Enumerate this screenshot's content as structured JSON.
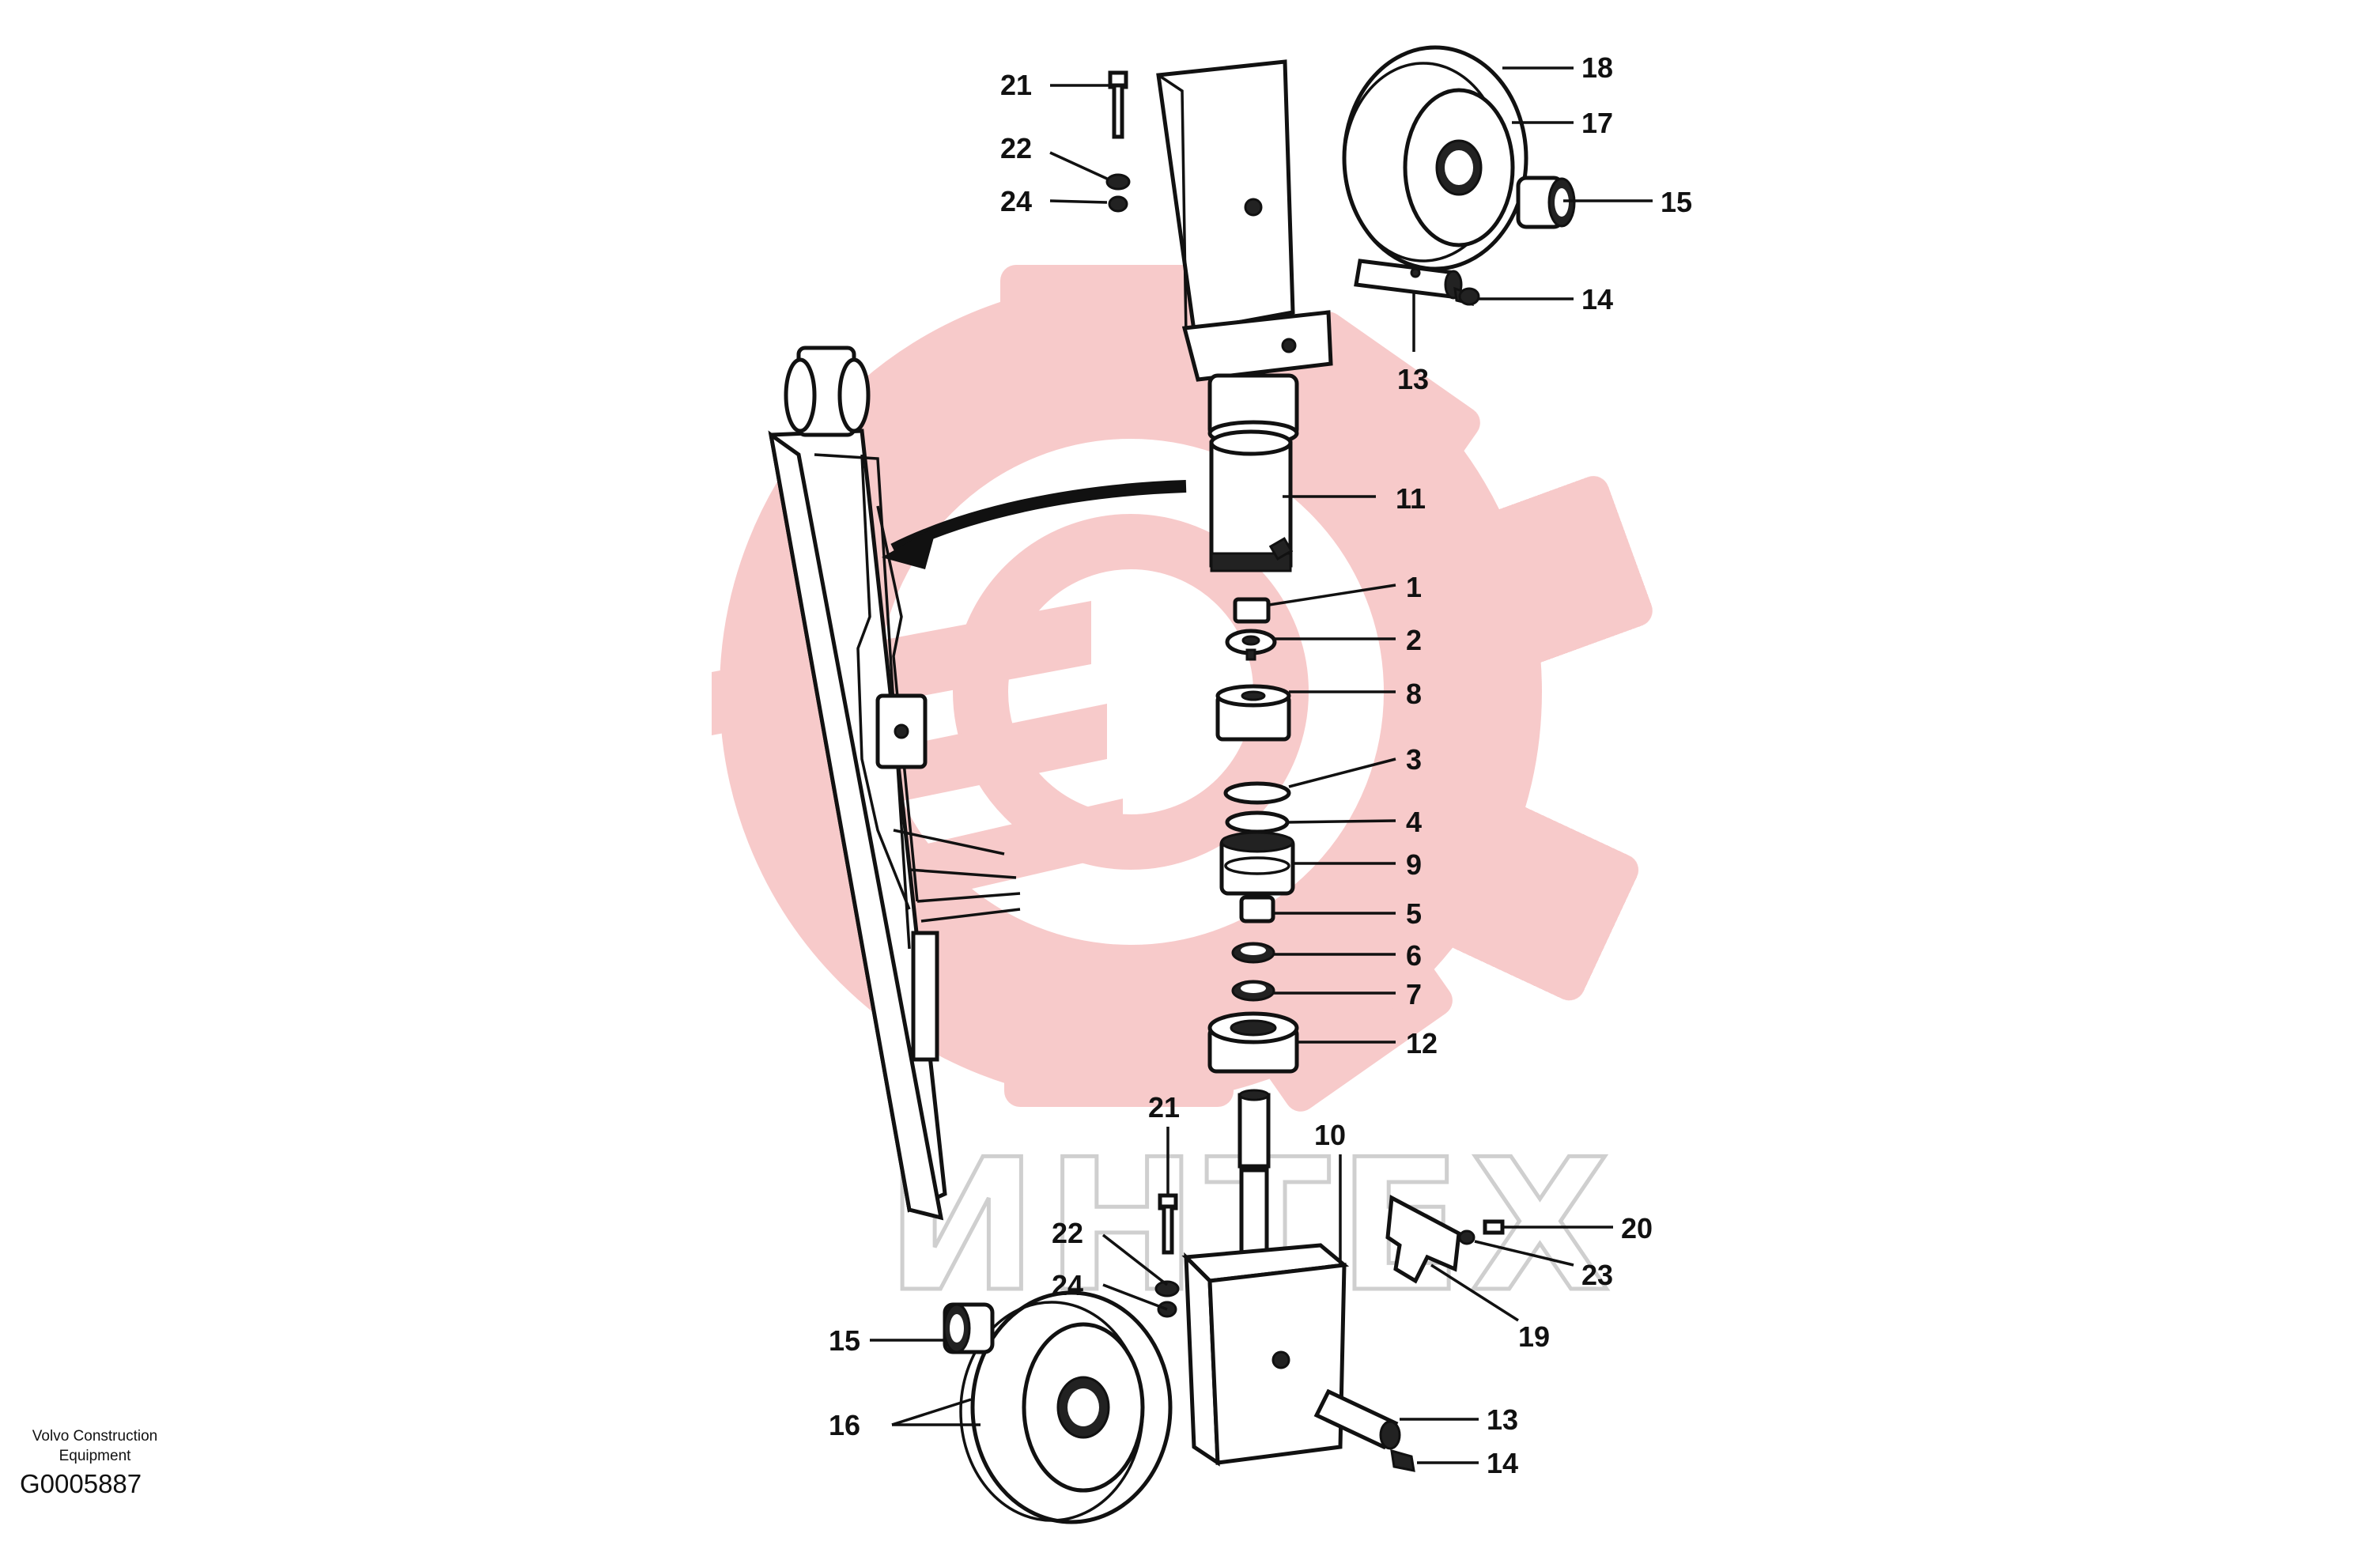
{
  "diagram": {
    "part_labels": [
      {
        "id": "21",
        "text": "21"
      },
      {
        "id": "22",
        "text": "22"
      },
      {
        "id": "24",
        "text": "24"
      },
      {
        "id": "18",
        "text": "18"
      },
      {
        "id": "17",
        "text": "17"
      },
      {
        "id": "15",
        "text": "15"
      },
      {
        "id": "14",
        "text": "14"
      },
      {
        "id": "13",
        "text": "13"
      },
      {
        "id": "11",
        "text": "11"
      },
      {
        "id": "1",
        "text": "1"
      },
      {
        "id": "2",
        "text": "2"
      },
      {
        "id": "8",
        "text": "8"
      },
      {
        "id": "3",
        "text": "3"
      },
      {
        "id": "4",
        "text": "4"
      },
      {
        "id": "9",
        "text": "9"
      },
      {
        "id": "5",
        "text": "5"
      },
      {
        "id": "6",
        "text": "6"
      },
      {
        "id": "7",
        "text": "7"
      },
      {
        "id": "12",
        "text": "12"
      },
      {
        "id": "21b",
        "text": "21"
      },
      {
        "id": "10",
        "text": "10"
      },
      {
        "id": "20",
        "text": "20"
      },
      {
        "id": "22b",
        "text": "22"
      },
      {
        "id": "23",
        "text": "23"
      },
      {
        "id": "24b",
        "text": "24"
      },
      {
        "id": "19",
        "text": "19"
      },
      {
        "id": "15b",
        "text": "15"
      },
      {
        "id": "16",
        "text": "16"
      },
      {
        "id": "13b",
        "text": "13"
      },
      {
        "id": "14b",
        "text": "14"
      }
    ],
    "caption": {
      "line1": "Volvo Construction",
      "line2": "Equipment",
      "code": "G0005887"
    },
    "watermark": {
      "text": "ИНТЕХ",
      "logo_color": "#f7c4c4"
    }
  }
}
